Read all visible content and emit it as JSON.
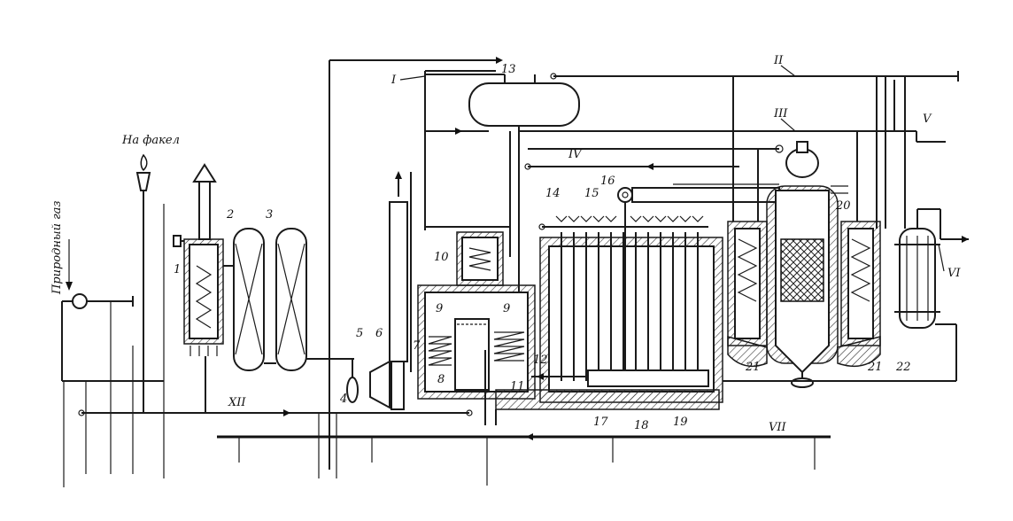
{
  "labels": {
    "natural_gas": "Природный газ",
    "flare": "На факел"
  },
  "streams": [
    "I",
    "II",
    "III",
    "IV",
    "V",
    "VI",
    "VII",
    "XII"
  ],
  "units": [
    "1",
    "2",
    "3",
    "4",
    "5",
    "6",
    "7",
    "8",
    "9",
    "9",
    "10",
    "11",
    "12",
    "13",
    "14",
    "15",
    "16",
    "17",
    "18",
    "19",
    "20",
    "21",
    "21",
    "22"
  ]
}
